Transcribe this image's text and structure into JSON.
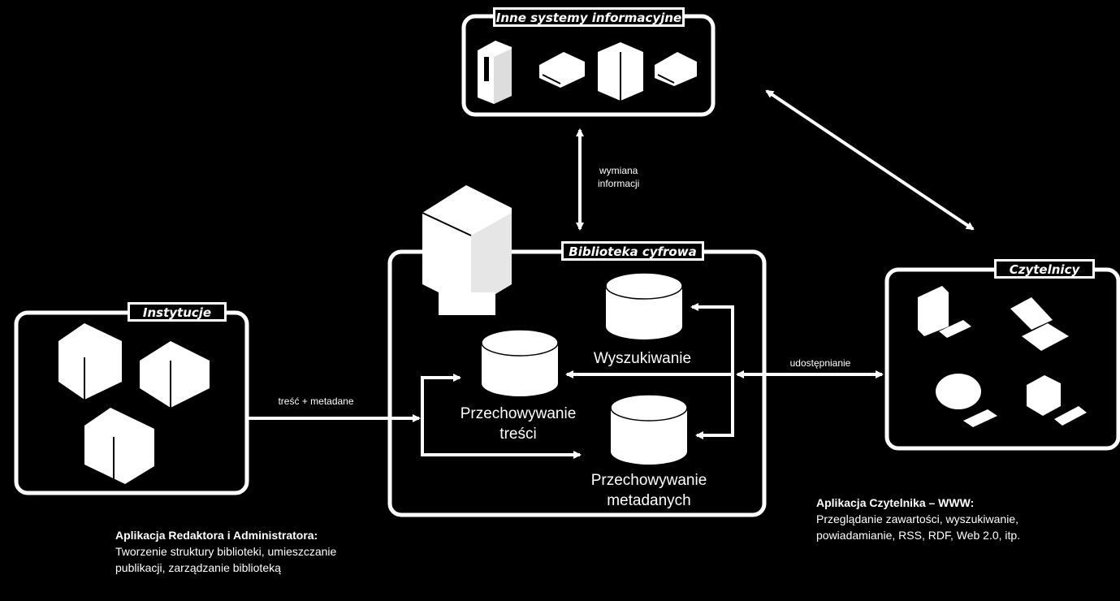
{
  "boxes": {
    "inne": {
      "title": "Inne systemy informacyjne"
    },
    "biblioteka": {
      "title": "Biblioteka cyfrowa"
    },
    "instytucje": {
      "title": "Instytucje"
    },
    "czytelnicy": {
      "title": "Czytelnicy"
    }
  },
  "databases": {
    "wyszukiwanie": "Wyszukiwanie",
    "przechowywanie_tresci": [
      "Przechowywanie",
      "treści"
    ],
    "przechowywanie_metadanych": [
      "Przechowywanie",
      "metadanych"
    ]
  },
  "arrows": {
    "wymiana": [
      "wymiana",
      "informacji"
    ],
    "tresc_metadane": "treść + metadane",
    "udostepnianie": "udostępnianie"
  },
  "captions": {
    "redaktor": {
      "title": "Aplikacja Redaktora i Administratora:",
      "lines": [
        "Tworzenie struktury biblioteki, umieszczanie",
        "publikacji, zarządzanie biblioteką"
      ]
    },
    "czytelnik": {
      "title": "Aplikacja Czytelnika – WWW:",
      "lines": [
        "Przeglądanie zawartości, wyszukiwanie,",
        "powiadamianie, RSS, RDF, Web 2.0, itp."
      ]
    }
  },
  "colors": {
    "background": "#000000",
    "foreground": "#ffffff"
  },
  "icons": {
    "inne": [
      "server-tower-icon",
      "network-switch-icon",
      "server-cabinet-icon",
      "network-switch-icon"
    ],
    "biblioteka": [
      "mainframe-server-icon"
    ],
    "instytucje": [
      "building-icon",
      "building-icon",
      "building-icon"
    ],
    "czytelnicy": [
      "desktop-computer-icon",
      "laptop-icon",
      "crt-monitor-icon",
      "workstation-icon"
    ]
  }
}
